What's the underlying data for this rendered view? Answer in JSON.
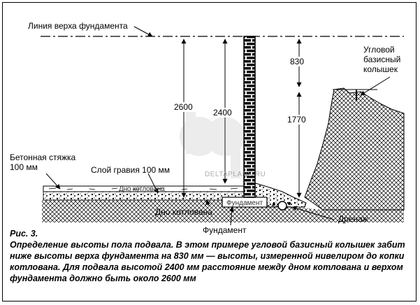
{
  "labels": {
    "top_line": "Линия верха фундамента",
    "corner_stake": "Угловой\nбазисный\nколышек",
    "concrete_screed": "Бетонная стяжка\n100 мм",
    "gravel_layer": "Слой гравия 100 мм",
    "pit_bottom_inner": "Дно котлована",
    "pit_bottom": "Дно котлована",
    "foundation_inner": "Фундамент",
    "foundation": "Фундамент",
    "drainage": "Дренаж"
  },
  "dimensions": {
    "d2600": "2600",
    "d2400": "2400",
    "d830": "830",
    "d1770": "1770"
  },
  "watermark": {
    "logo": "dp",
    "site": "DELTAPLANS.RU"
  },
  "caption": {
    "figure": "Рис. 3.",
    "text": "Определение высоты пола подвала. В этом примере угловой базисный колышек забит ниже высоты верха фундамента на 830 мм — высоты, измеренной нивелиром до копки котлована. Для подвала высотой 2400 мм расстояние между дном котлована и верхом фундамента должно быть около 2600 мм"
  }
}
